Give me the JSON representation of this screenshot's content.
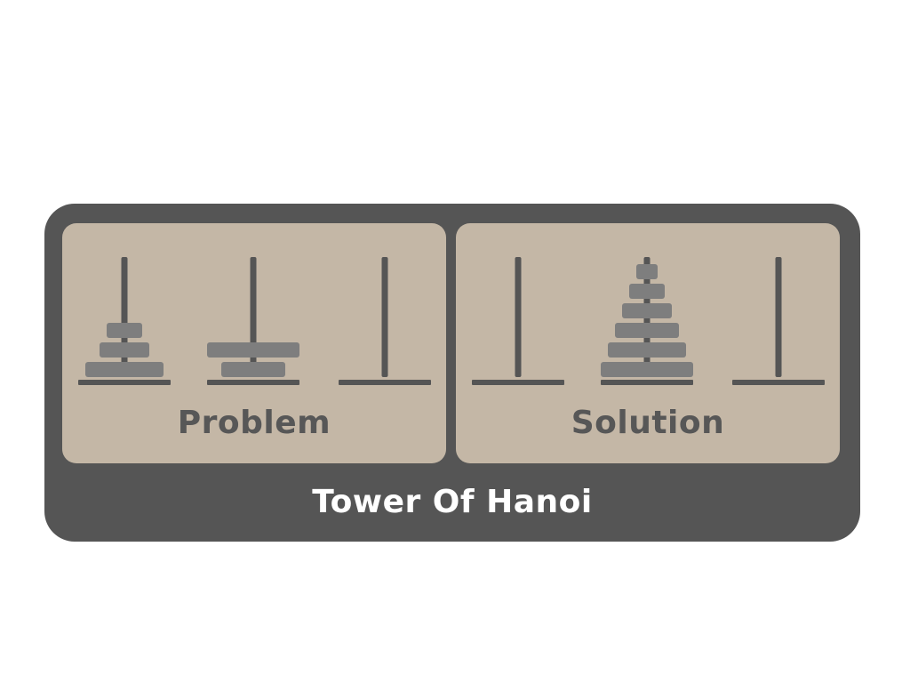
{
  "title": "Tower Of Hanoi",
  "colors": {
    "frame": "#555555",
    "panel": "#c4b7a6",
    "rod": "#555555",
    "disk": "#7e7e7e",
    "label": "#575757",
    "title": "#ffffff"
  },
  "panels": [
    {
      "label": "Problem",
      "rods": [
        {
          "disks": [
            5,
            3,
            2
          ]
        },
        {
          "disks": [
            4,
            6
          ]
        },
        {
          "disks": []
        }
      ]
    },
    {
      "label": "Solution",
      "rods": [
        {
          "disks": []
        },
        {
          "disks": [
            6,
            5,
            4,
            3,
            2,
            1
          ]
        },
        {
          "disks": []
        }
      ]
    }
  ]
}
